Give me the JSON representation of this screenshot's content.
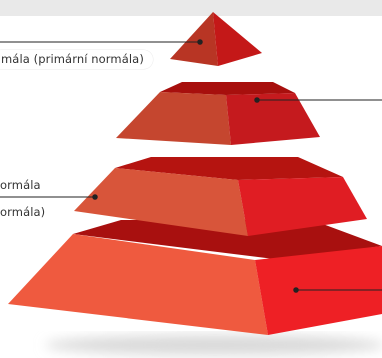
{
  "labels": {
    "level1": "mála (primární normála)",
    "level3_line1": "ormála",
    "level3_line2": "ormála)"
  },
  "colors": {
    "background": "#ffffff",
    "top_strip": "#e9e9e9",
    "tier1_left": "#b83524",
    "tier1_right": "#c41818",
    "tier2_left": "#c5462f",
    "tier2_right": "#c51a1e",
    "tier3_left": "#d8553a",
    "tier3_right": "#e01d23",
    "tier4_left": "#ef5a3f",
    "tier4_right": "#ee2025",
    "connector": "#222222"
  }
}
